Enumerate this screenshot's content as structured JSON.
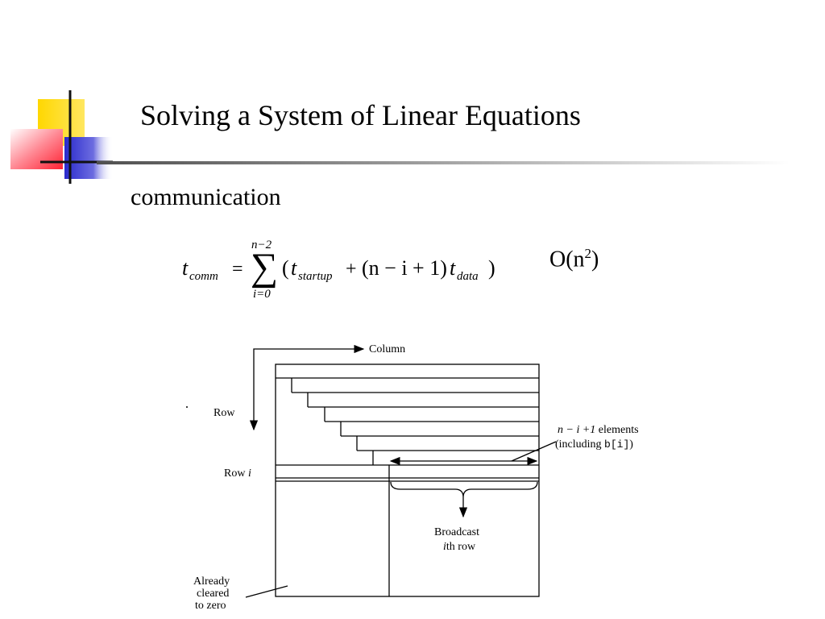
{
  "slide": {
    "title": "Solving a System of Linear Equations",
    "subtitle": "communication",
    "complexity": {
      "base": "O(n",
      "exponent": "2",
      "close": ")"
    }
  },
  "formula": {
    "lhs_var": "t",
    "lhs_sub": "comm",
    "equals": "=",
    "sum_upper": "n−2",
    "sum_lower": "i=0",
    "open_paren": "(",
    "term1_var": "t",
    "term1_sub": "startup",
    "plus": "+",
    "factor": "(n − i + 1)",
    "term2_var": "t",
    "term2_sub": "data",
    "close_paren": ")"
  },
  "figure": {
    "column_label": "Column",
    "row_label": "Row",
    "row_i_label": "Row",
    "row_i_var": "i",
    "elements_label_math": "n − i +1",
    "elements_label_word": "elements",
    "including_open": "(including ",
    "including_code": "b[i]",
    "including_close": ")",
    "broadcast_line1": "Broadcast",
    "broadcast_var": "i",
    "broadcast_line2_rest": "th row",
    "cleared_line1": "Already",
    "cleared_line2": "cleared",
    "cleared_line3": "to zero"
  },
  "colors": {
    "logo_yellow": "#ffd700",
    "logo_blue": "#3333cc",
    "logo_red": "#ff3344"
  }
}
